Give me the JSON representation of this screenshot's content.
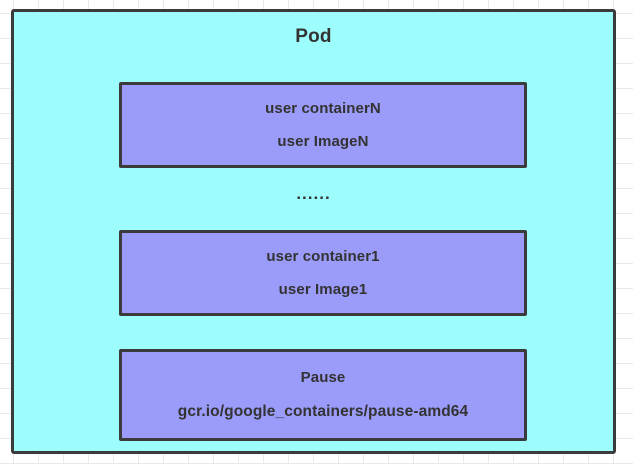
{
  "diagram": {
    "title": "Pod",
    "background_color": "#ffffff",
    "grid_color": "#e9e9e9",
    "pod_fill_color": "#9dfdfd",
    "pod_border_color": "#3b3b3b",
    "container_fill_color": "#9b9bfa",
    "container_border_color": "#3b3b3b",
    "text_color": "#333333"
  },
  "containers": [
    {
      "id": "containerN",
      "name_line": "user containerN",
      "image_line": "user ImageN"
    },
    {
      "id": "container1",
      "name_line": "user container1",
      "image_line": "user Image1"
    },
    {
      "id": "pause",
      "name_line": "Pause",
      "image_line": "gcr.io/google_containers/pause-amd64"
    }
  ],
  "ellipsis": "......"
}
